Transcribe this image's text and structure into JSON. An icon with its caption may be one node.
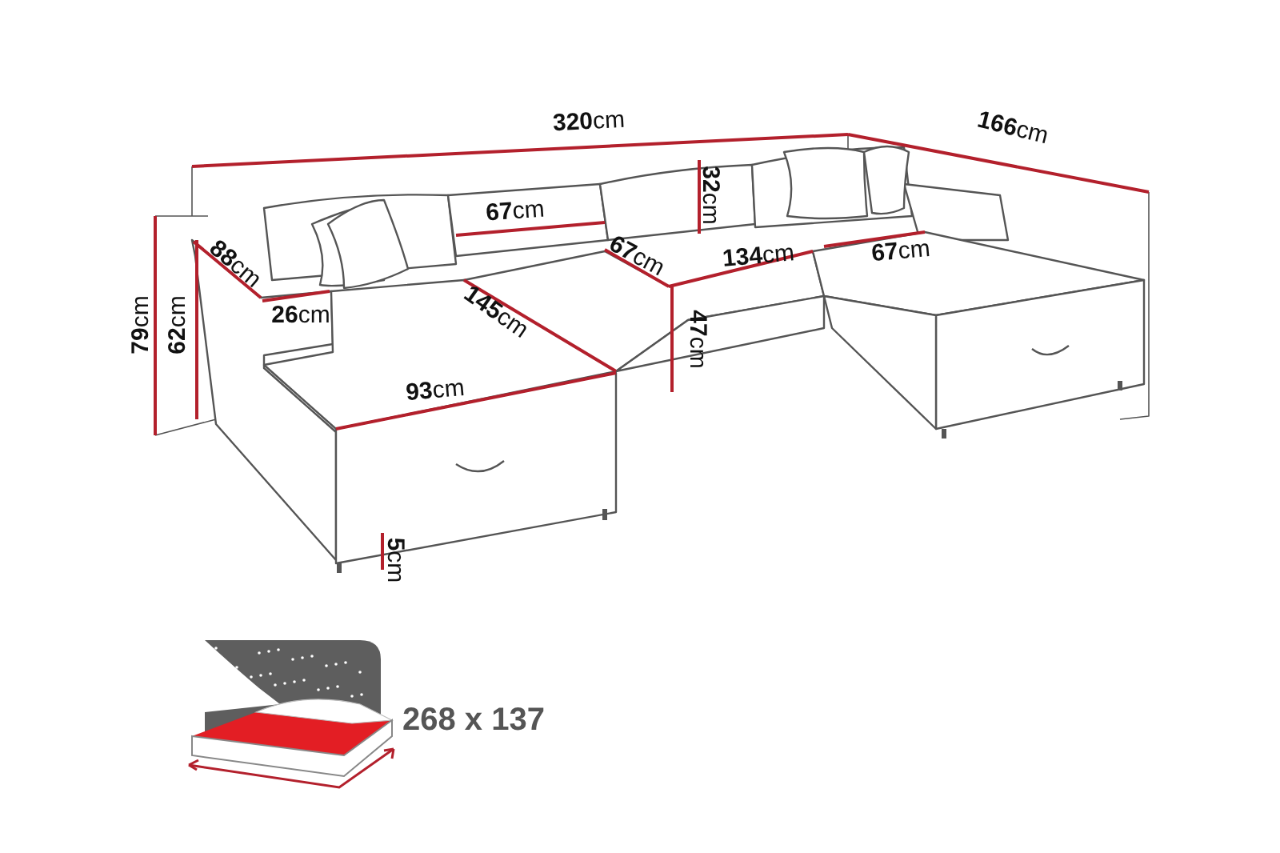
{
  "diagram": {
    "labels": [
      "**320**cm",
      "**166**cm",
      "**32**cm",
      "**67**cm",
      "**88**cm",
      "**67**cm",
      "**134**cm",
      "**67**cm",
      "**79**cm",
      "**62**cm",
      "**26**cm",
      "**145**cm",
      "**47**cm",
      "**93**cm",
      "**5**cm",
      "268 x 137"
    ]
  }
}
